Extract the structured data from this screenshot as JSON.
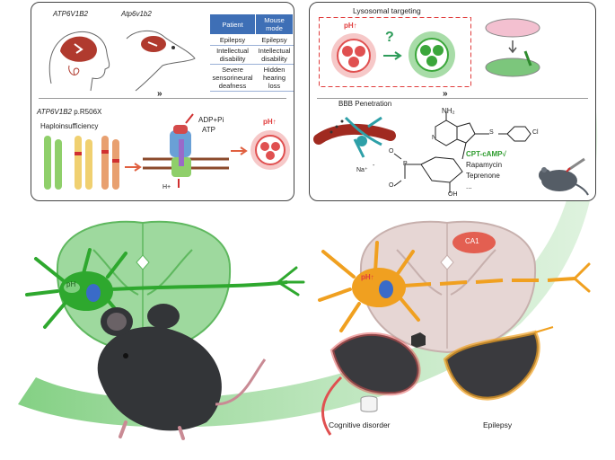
{
  "left_panel": {
    "human_gene": "ATP6V1B2",
    "mouse_gene": "Atp6v1b2",
    "table": {
      "headers": [
        "Patient",
        "Mouse mode"
      ],
      "rows": [
        [
          "Epilepsy",
          "Epilepsy"
        ],
        [
          "Intellectual disability",
          "Intellectual disability"
        ],
        [
          "Severe sensorineural deafness",
          "Hidden hearing loss"
        ]
      ]
    },
    "mutation_gene": "ATP6V1B2",
    "mutation": "p.R506X",
    "haplo": "Haploinsufficiency",
    "adp": "ADP+Pi",
    "atp": "ATP",
    "hplus": "H+",
    "ph_label": "pH↑"
  },
  "right_panel": {
    "title": "Lysosomal targeting",
    "ph_label": "pH↑",
    "question": "?",
    "bbb": "BBB Penetration",
    "nh2": "NH₂",
    "n_label": "N",
    "s_label": "S",
    "cl_label": "Cl",
    "o_label": "O",
    "p_label": "P",
    "oh_label": "OH",
    "na_label": "Na⁺",
    "minus": "-",
    "drugs": [
      "CPT-cAMP√",
      "Rapamycin",
      "Teprenone",
      "..."
    ]
  },
  "bottom": {
    "healthy_ph": "pH",
    "ca1": "CA1",
    "disease_ph": "pH↑",
    "cognitive": "Cognitive disorder",
    "epilepsy": "Epilepsy"
  },
  "colors": {
    "green": "#3aa63a",
    "orange": "#f0a020",
    "red": "#e03c3c",
    "table_header": "#3e6fb6"
  }
}
